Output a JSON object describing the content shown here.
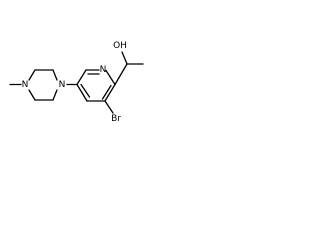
{
  "molecule": {
    "atom_labels": {
      "hydroxyl": "OH",
      "bromine": "Br",
      "pyridine_nitrogen": "N",
      "piperazine_n_aryl": "N",
      "piperazine_n_methyl": "N"
    },
    "colors": {
      "bond": "#000000",
      "text": "#000000",
      "background": "#ffffff"
    }
  }
}
